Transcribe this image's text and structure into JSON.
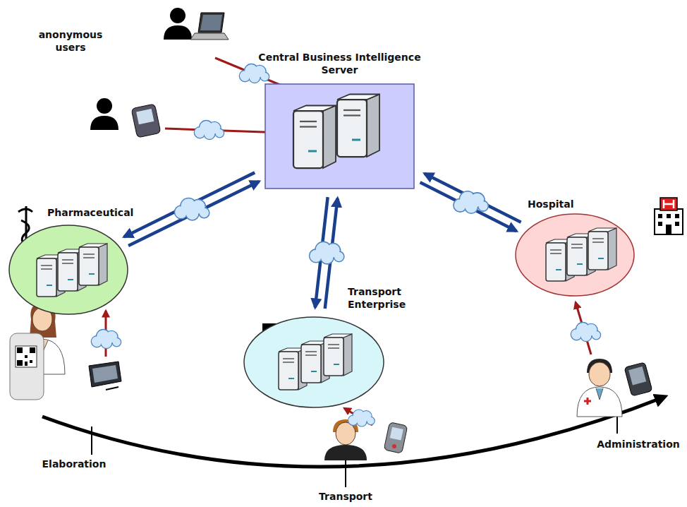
{
  "diagram": {
    "nodes": [
      {
        "text": [
          "Central Business Intelligence Server"
        ]
      },
      {
        "text": [
          "Pharmaceutical"
        ]
      },
      {
        "text": [
          "Transport Enterprise"
        ]
      },
      {
        "text": [
          "Hospital"
        ]
      }
    ],
    "edges": [
      {
        "from": 1,
        "to": 0,
        "arrow": "to"
      },
      {
        "from": 0,
        "to": 1,
        "arrow": "to"
      },
      {
        "from": 2,
        "to": 0,
        "arrow": "to"
      },
      {
        "from": 0,
        "to": 2,
        "arrow": "to"
      },
      {
        "from": 0,
        "to": 3,
        "arrow": "to"
      },
      {
        "from": 3,
        "to": 0,
        "arrow": "to"
      }
    ],
    "labels": [
      "anonymous users",
      "Elaboration",
      "Transport",
      "Administration"
    ]
  }
}
